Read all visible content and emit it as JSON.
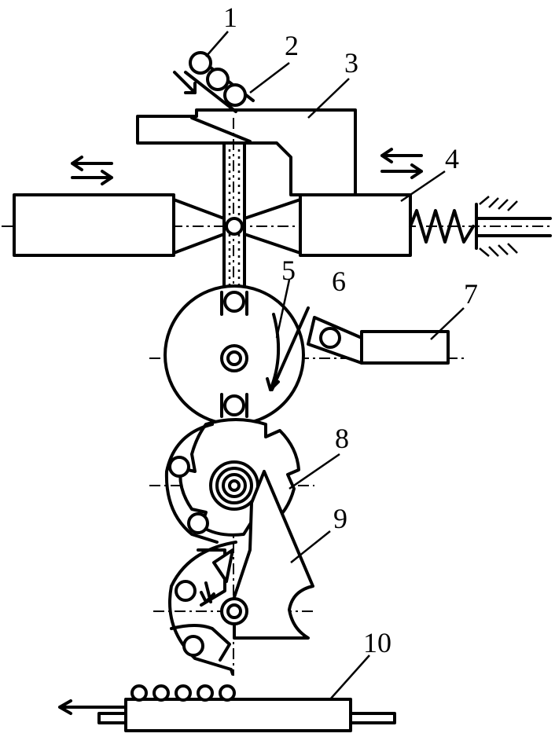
{
  "labels": {
    "l1": "1",
    "l2": "2",
    "l3": "3",
    "l4": "4",
    "l5": "5",
    "l6": "6",
    "l7": "7",
    "l8": "8",
    "l9": "9",
    "l10": "10"
  },
  "colors": {
    "ink": "#000000",
    "paper": "#ffffff"
  }
}
